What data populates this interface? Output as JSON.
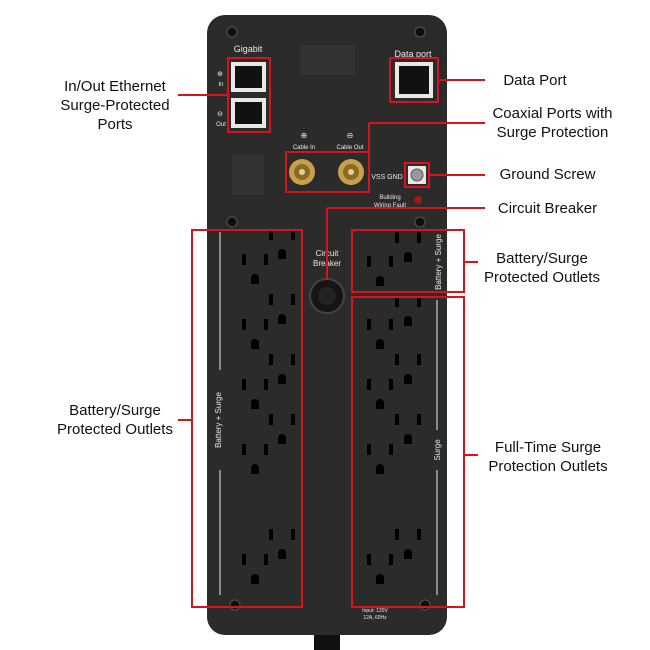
{
  "device": {
    "labels": {
      "gigabit": "Gigabit",
      "in": "In",
      "out": "Out",
      "data_port": "Data port",
      "cable_in": "Cable In",
      "cable_out": "Cable Out",
      "vss_gnd": "VSS GND",
      "building_wiring_fault_1": "Building",
      "building_wiring_fault_2": "Wiring Fault",
      "circuit_1": "Circuit",
      "breaker_1": "Breaker",
      "battery_surge_left": "Battery + Surge",
      "battery_surge_right": "Battery + Surge",
      "surge_right": "Surge",
      "rating_1": "Input: 120V",
      "rating_2": "12A, 60Hz"
    },
    "colors": {
      "case": "#2b2b2b",
      "outline": "#d5141c",
      "text_light": "#e8e8e8"
    }
  },
  "callouts": {
    "ethernet": [
      "In/Out Ethernet",
      "Surge-Protected",
      "Ports"
    ],
    "data_port": [
      "Data Port"
    ],
    "coaxial": [
      "Coaxial Ports with",
      "Surge Protection"
    ],
    "ground": [
      "Ground Screw"
    ],
    "breaker": [
      "Circuit Breaker"
    ],
    "battery_right": [
      "Battery/Surge",
      "Protected Outlets"
    ],
    "battery_left": [
      "Battery/Surge",
      "Protected Outlets"
    ],
    "surge_right": [
      "Full-Time Surge",
      "Protection Outlets"
    ]
  }
}
